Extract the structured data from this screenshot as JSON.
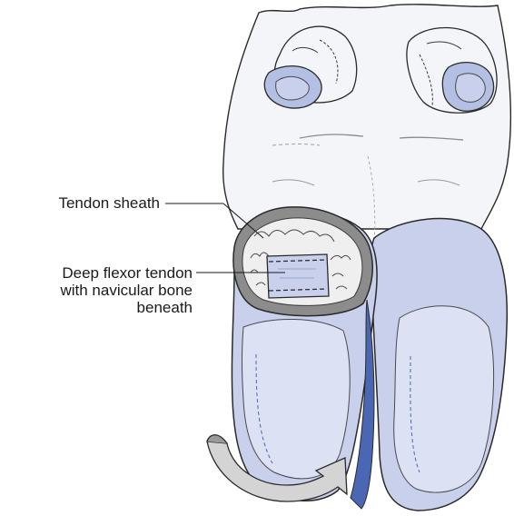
{
  "labels": {
    "tendon_sheath": "Tendon sheath",
    "deep_flexor_line1": "Deep flexor tendon",
    "deep_flexor_line2": "with navicular bone",
    "deep_flexor_line3": "beneath"
  },
  "colors": {
    "skin_fill": "#f4f5f8",
    "hoof_fill": "#c9d0ec",
    "hoof_dark": "#4b67b4",
    "ergot_fill": "#b4bfe4",
    "sheath_grey": "#8c8c8c",
    "outline": "#2a2a2a",
    "arrow_fill": "#d4d4d4"
  },
  "icons": {
    "rotation_arrow": "curved-arrow-icon"
  }
}
